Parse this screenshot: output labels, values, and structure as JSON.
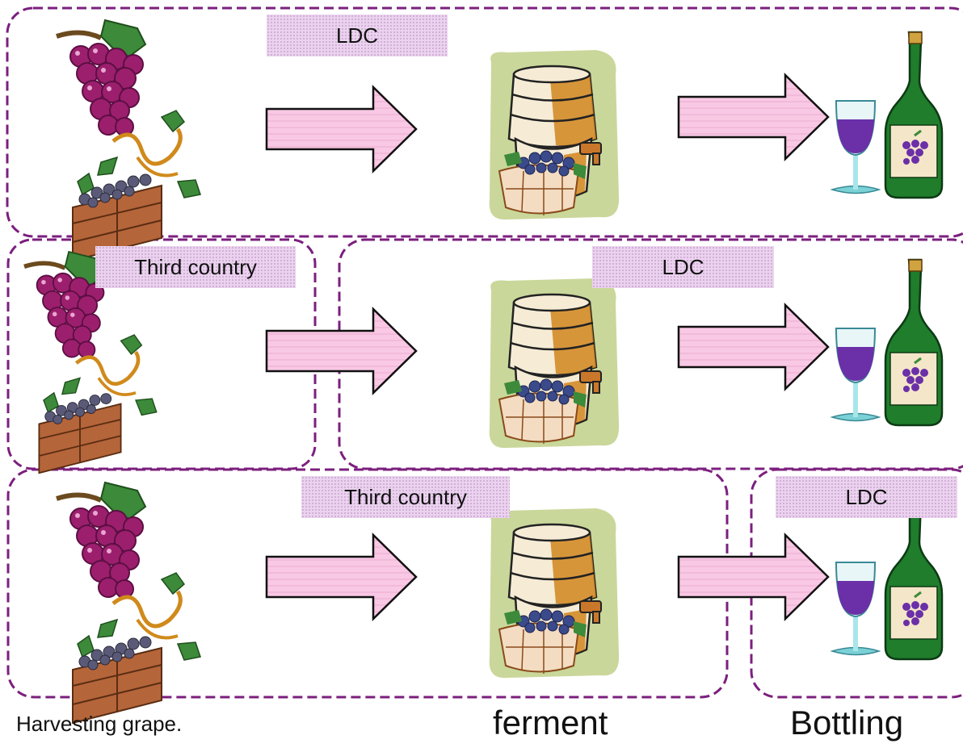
{
  "colors": {
    "border": "#7b1f7e",
    "arrow_fill": "#f9c8e4",
    "arrow_stroke": "#111111",
    "label_bg": "#ebd3ef",
    "grape": "#9c1f6e",
    "grape_dark": "#5d0f43",
    "leaf": "#3c8a3a",
    "vine": "#d08a1c",
    "crate": "#b5653a",
    "barrel_bg": "#c9d79a",
    "barrel_wood": "#f6ecd6",
    "barrel_stain": "#d1861f",
    "wine": "#6b2fa8",
    "bottle": "#1f7d2c"
  },
  "rows": [
    {
      "id": "all-ldc",
      "regions": [
        {
          "label": "LDC",
          "covers": "harvest, ferment, bottling"
        }
      ]
    },
    {
      "id": "grapes-third-country",
      "regions": [
        {
          "label": "Third country",
          "covers": "harvest"
        },
        {
          "label": "LDC",
          "covers": "ferment, bottling"
        }
      ]
    },
    {
      "id": "bottling-only-ldc",
      "regions": [
        {
          "label": "Third country",
          "covers": "harvest, ferment"
        },
        {
          "label": "LDC",
          "covers": "bottling"
        }
      ]
    }
  ],
  "captions": {
    "harvest": "Harvesting grape.",
    "ferment": "ferment",
    "bottling": "Bottling"
  },
  "icons": {
    "harvest": "grapes-and-crate-icon",
    "ferment": "wine-barrel-icon",
    "bottling": "wine-bottle-and-glass-icon",
    "step": "right-arrow-icon"
  }
}
